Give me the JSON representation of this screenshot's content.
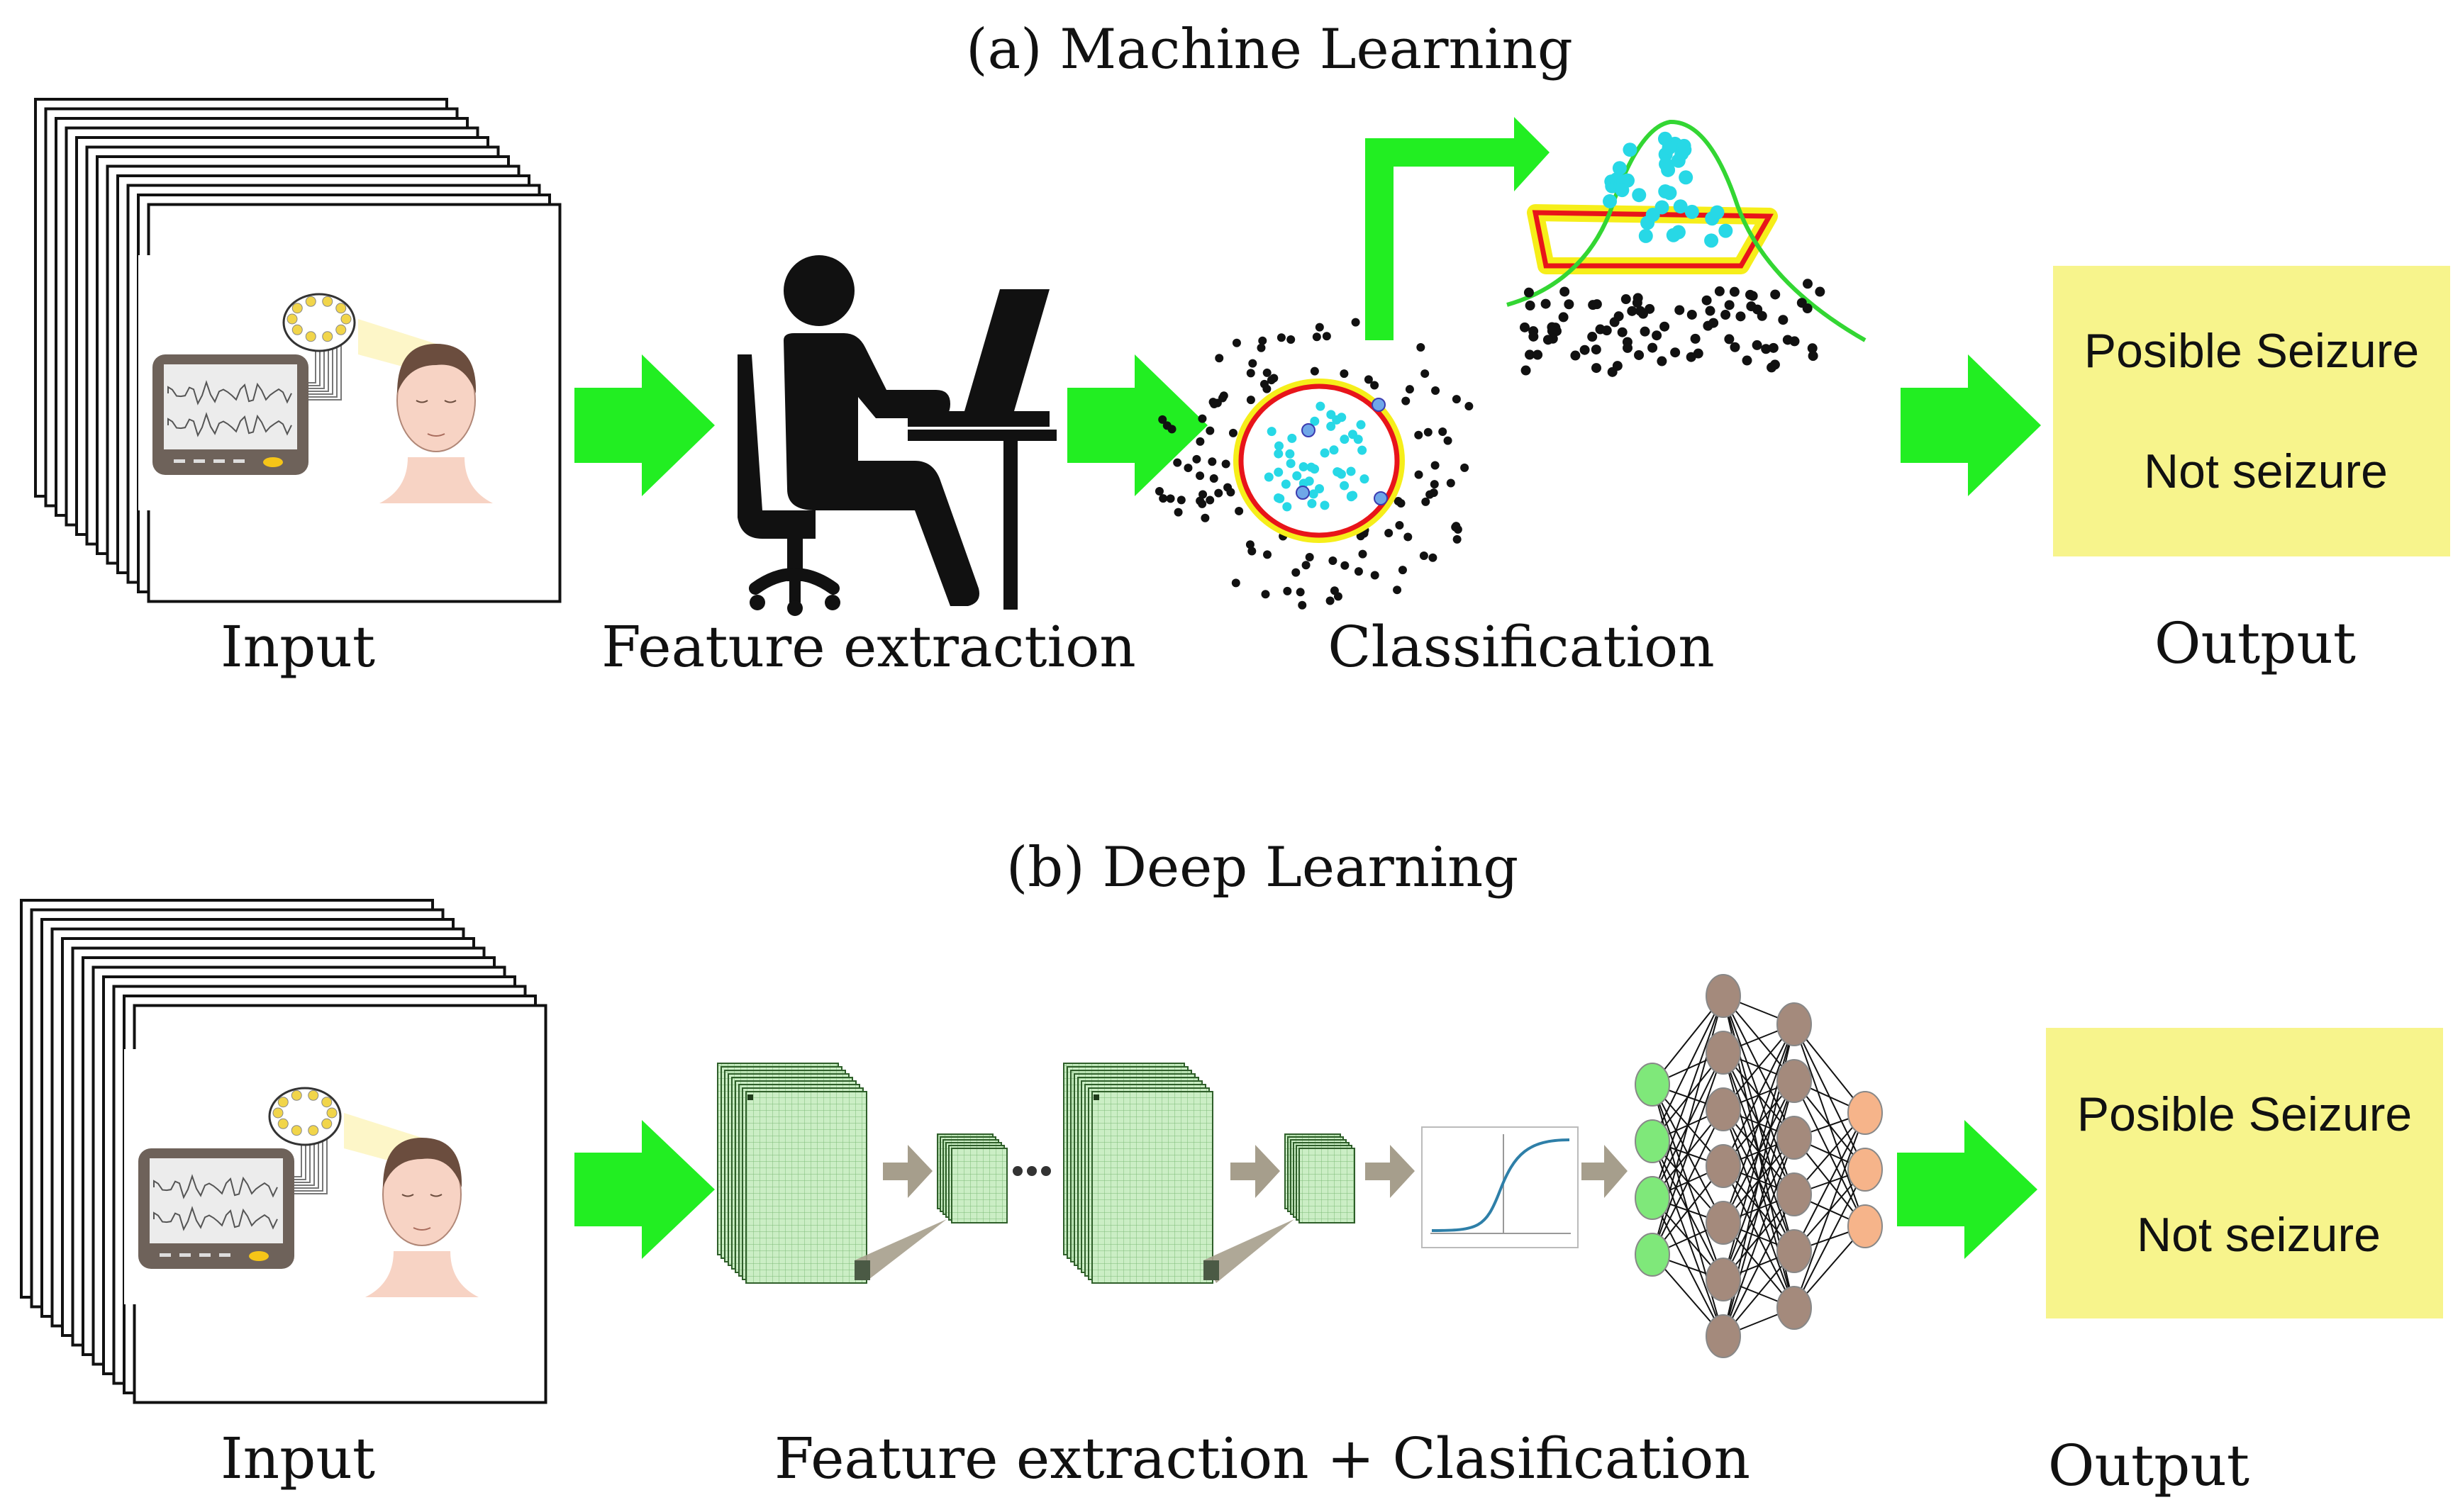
{
  "sections": {
    "ml": {
      "title": "(a) Machine Learning",
      "input_label": "Input",
      "feature_label": "Feature extraction",
      "class_label": "Classification",
      "output_label": "Output",
      "output_items": [
        "Posible Seizure",
        "Not seizure"
      ]
    },
    "dl": {
      "title": "(b) Deep Learning",
      "input_label": "Input",
      "combined_label": "Feature extraction + Clasification",
      "output_label": "Output",
      "output_items": [
        "Posible Seizure",
        "Not seizure"
      ]
    }
  },
  "colors": {
    "arrow_green": "#22ee22",
    "output_box": "#f7f48c",
    "cyan_dots": "#27d8e6",
    "black_dots": "#111111",
    "outline_red": "#e8141a",
    "outline_yellow": "#f6ee1a",
    "curve_green": "#33d633",
    "small_arrow": "#a69e8c",
    "feature_map": "#cbeec5",
    "nn_input": "#7fe87a",
    "nn_hidden": "#a48a7c",
    "nn_output": "#f6b48a"
  },
  "icons": {
    "person": "person-at-computer-icon",
    "eeg": "eeg-monitor-icon",
    "brain": "brain-icon",
    "head": "patient-head-icon"
  }
}
